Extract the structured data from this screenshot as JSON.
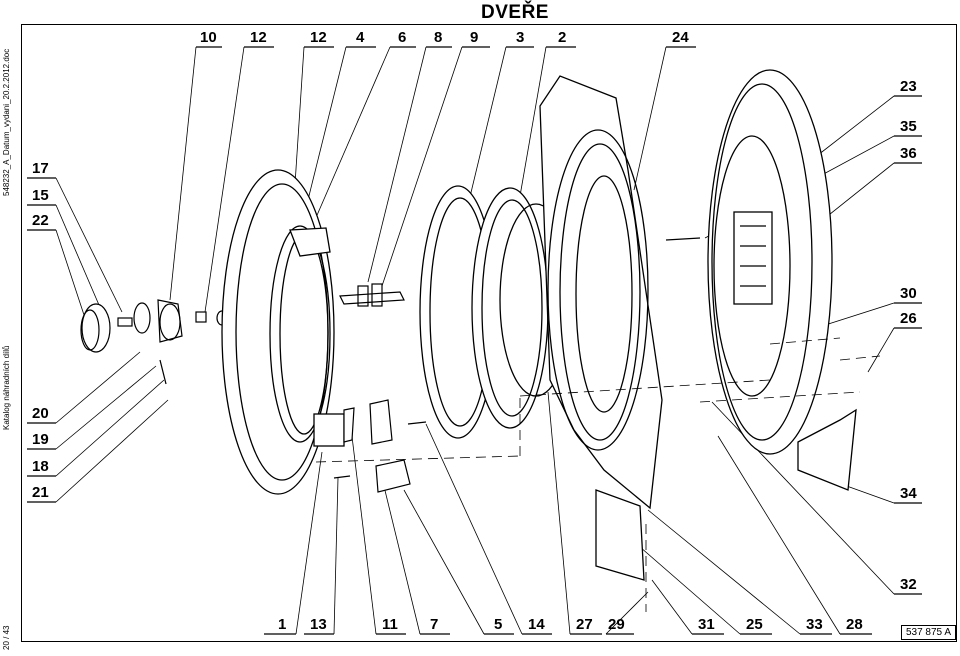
{
  "title": "DVEŘE",
  "side_texts": {
    "doc": "548232_A_Datum_vydani_20.2.2012.doc",
    "catalog": "Katalog náhradních dílů",
    "page": "20 / 43"
  },
  "drawing_code": "537 875 A",
  "top_labels": [
    "10",
    "12",
    "12",
    "4",
    "6",
    "8",
    "9",
    "3",
    "2",
    "24"
  ],
  "right_labels": [
    "23",
    "35",
    "36",
    "30",
    "26",
    "34",
    "32"
  ],
  "left_labels": [
    "17",
    "15",
    "22",
    "20",
    "19",
    "18",
    "21"
  ],
  "bottom_labels": [
    "1",
    "13",
    "11",
    "7",
    "5",
    "14",
    "27",
    "29",
    "31",
    "25",
    "33",
    "28"
  ]
}
